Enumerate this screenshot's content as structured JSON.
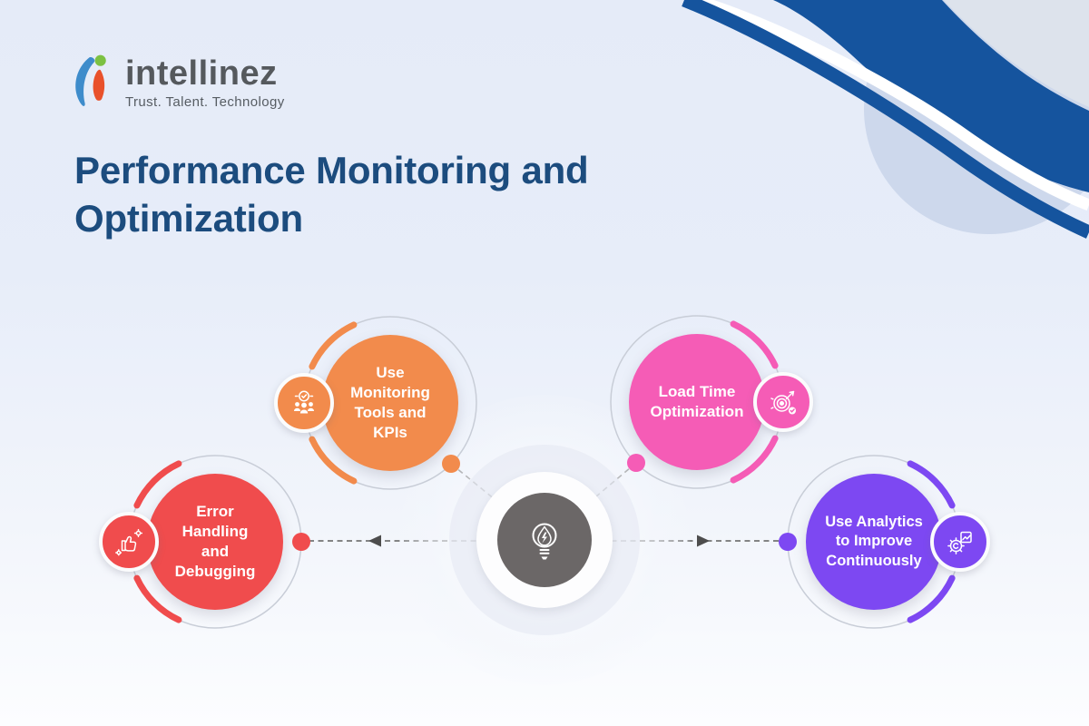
{
  "brand": {
    "name": "intellinez",
    "tagline": "Trust. Talent. Technology"
  },
  "title": "Performance Monitoring and\nOptimization",
  "center": {
    "icon": "lightbulb-bolt-icon",
    "color": "#6B6767"
  },
  "nodes": [
    {
      "id": "monitoring-tools",
      "label": "Use\nMonitoring\nTools and\nKPIs",
      "color": "#F28B4C",
      "icon": "team-check-icon",
      "badge_side": "left"
    },
    {
      "id": "load-time",
      "label": "Load Time\nOptimization",
      "color": "#F55CB6",
      "icon": "target-arrow-icon",
      "badge_side": "right"
    },
    {
      "id": "error-handling",
      "label": "Error\nHandling\nand\nDebugging",
      "color": "#F04C4D",
      "icon": "thumbs-gears-icon",
      "badge_side": "left"
    },
    {
      "id": "analytics",
      "label": "Use Analytics\nto Improve\nContinuously",
      "color": "#7D48F2",
      "icon": "gear-chart-icon",
      "badge_side": "right"
    }
  ],
  "colors": {
    "title_navy": "#1C4C7E",
    "wave_navy": "#15549E",
    "wave_gray": "#DDE3EC",
    "wave_lavender": "#CDD8EC",
    "background_top": "#E5EBF8",
    "background_bottom": "#FCFDFF",
    "connector_gray": "#5E5E5E",
    "logo_blue": "#3E8CCB",
    "logo_green": "#7CC142",
    "logo_orange": "#E9512B"
  }
}
